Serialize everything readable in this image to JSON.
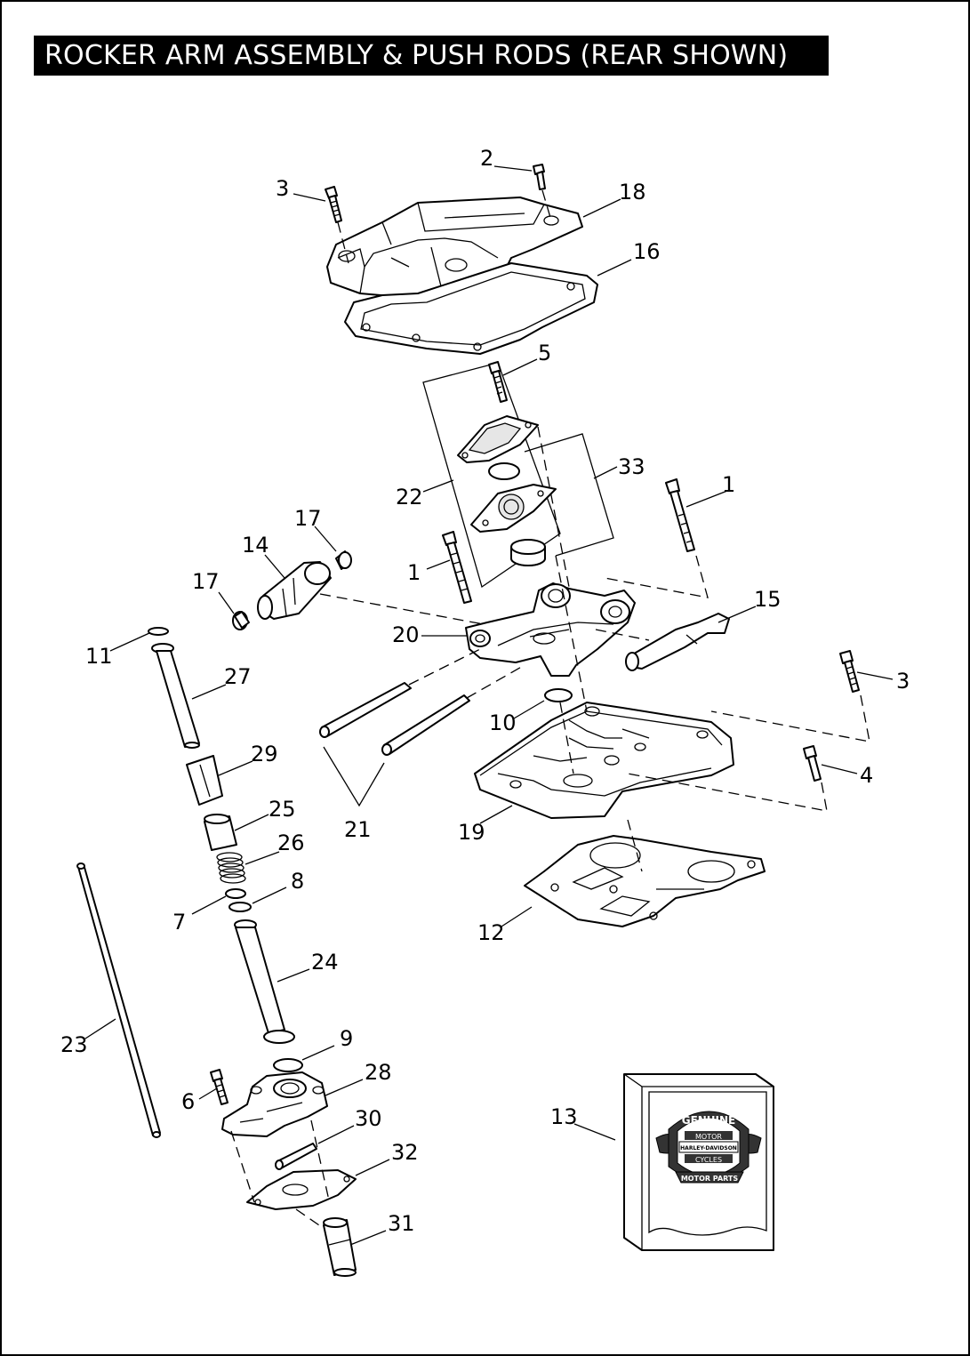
{
  "title": "ROCKER ARM ASSEMBLY & PUSH RODS (REAR SHOWN)",
  "callouts": [
    "1",
    "1",
    "2",
    "3",
    "3",
    "4",
    "5",
    "6",
    "7",
    "8",
    "9",
    "10",
    "11",
    "12",
    "13",
    "14",
    "15",
    "16",
    "17",
    "17",
    "18",
    "19",
    "20",
    "21",
    "22",
    "23",
    "24",
    "25",
    "26",
    "27",
    "28",
    "29",
    "30",
    "31",
    "32",
    "33"
  ],
  "logo": {
    "top": "GENUINE",
    "upper_ribbon": "MOTOR",
    "center": "HARLEY-DAVIDSON",
    "lower_ribbon": "CYCLES",
    "bottom": "MOTOR PARTS"
  }
}
